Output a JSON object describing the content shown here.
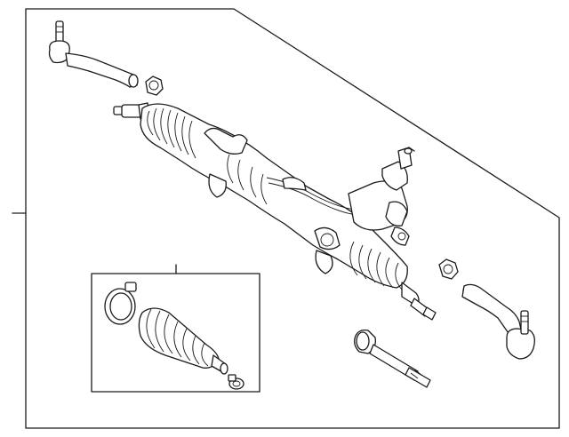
{
  "diagram": {
    "type": "exploded-parts-illustration",
    "callout_labels": [],
    "components": [
      "steering-gear-assembly",
      "outer-tie-rod-end-left",
      "outer-tie-rod-end-right",
      "lock-nut-left",
      "lock-nut-right",
      "inner-tie-rod",
      "boot-kit"
    ],
    "colors": {
      "line": "#1a1a1a",
      "background": "#ffffff"
    }
  }
}
